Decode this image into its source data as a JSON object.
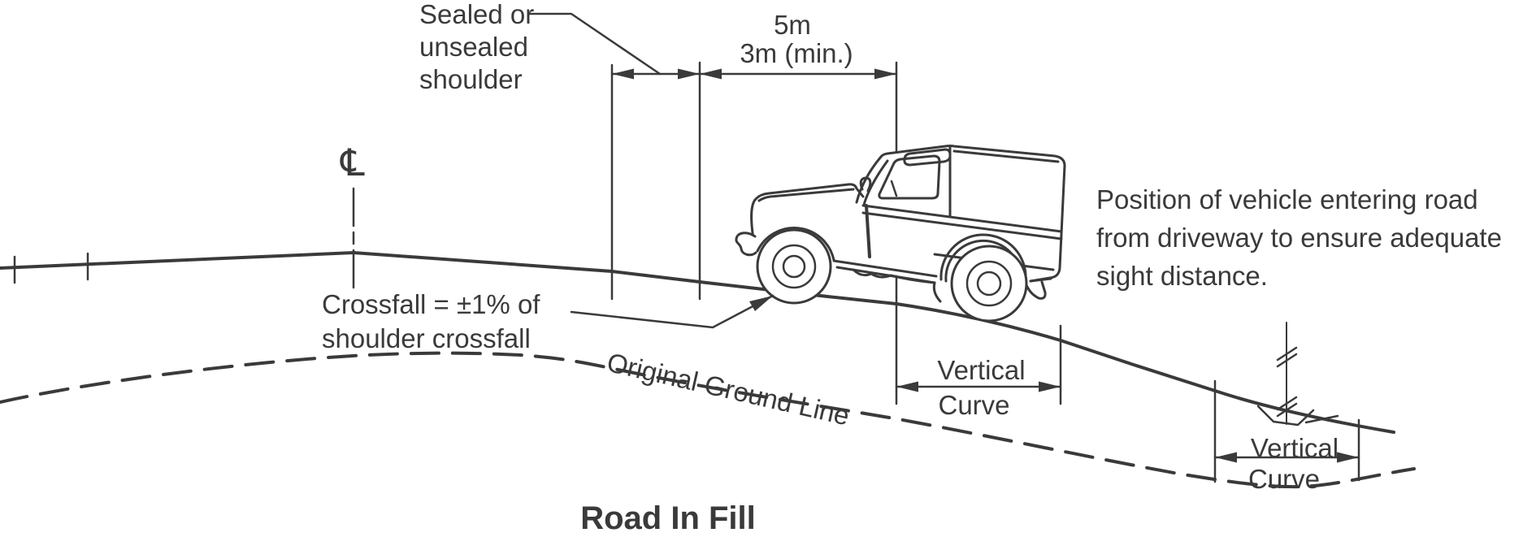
{
  "meta": {
    "background_color": "#ffffff",
    "ink_color": "#3a3a3a",
    "drawing_style": "engineering line diagram"
  },
  "title": "Road In Fill",
  "labels": {
    "shoulder_note": "Sealed or\nunsealed\nshoulder",
    "centerline_symbol": "℄",
    "crossfall_note": "Crossfall = ±1% of\nshoulder crossfall",
    "original_ground_line": "Original Ground Line",
    "position_note": "Position of vehicle entering road\nfrom driveway to ensure adequate\nsight distance."
  },
  "dimensions": {
    "offset_upper": "5m",
    "offset_lower": "3m (min.)",
    "vertical_curve_1": {
      "line1": "Vertical",
      "line2": "Curve"
    },
    "vertical_curve_2": {
      "line1": "Vertical",
      "line2": "Curve"
    }
  }
}
